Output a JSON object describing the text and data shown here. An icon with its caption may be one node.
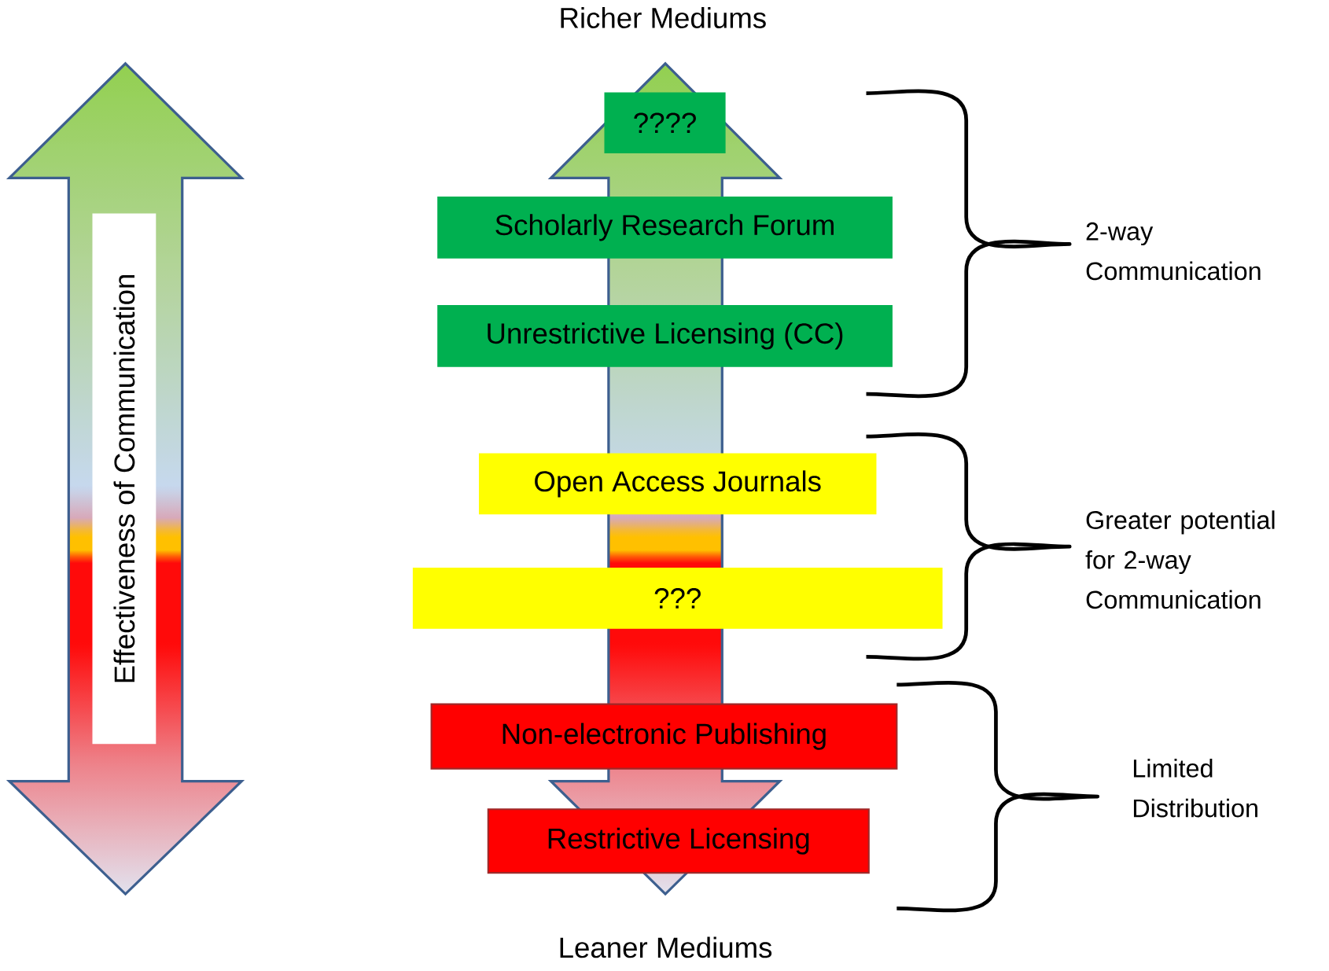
{
  "diagram": {
    "nodes": [
      {
        "text": [
          "????"
        ]
      },
      {
        "text": [
          "Scholarly Research Forum"
        ]
      },
      {
        "text": [
          "Unrestrictive Licensing (CC)"
        ]
      },
      {
        "text": [
          "Open Access Journals"
        ]
      },
      {
        "text": [
          "???"
        ]
      },
      {
        "text": [
          "Non-electronic Publishing"
        ]
      },
      {
        "text": [
          "Restrictive Licensing"
        ]
      },
      {
        "text": [
          "Effectiveness of Communication"
        ]
      }
    ],
    "labels": [
      "Richer Mediums",
      "2-way Communication",
      "Greater potential for 2-way Communication",
      "Limited Distribution",
      "Leaner Mediums"
    ]
  }
}
